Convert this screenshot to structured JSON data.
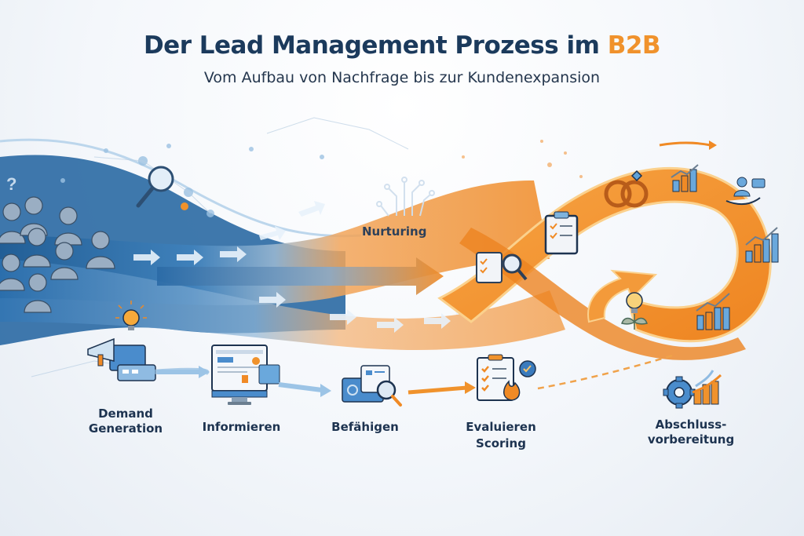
{
  "header": {
    "title_main": "Der Lead Management Prozess im ",
    "title_accent": "B2B",
    "subtitle": "Vom Aufbau von Nachfrage bis zur Kundenexpansion"
  },
  "flow": {
    "center_label": "Nurturing"
  },
  "stages": [
    {
      "label_line1": "Demand",
      "label_line2": "Generation",
      "icon": "megaphone-lightbulb-icon"
    },
    {
      "label_line1": "Informieren",
      "icon": "monitor-content-icon"
    },
    {
      "label_line1": "Befähigen",
      "icon": "document-magnifier-icon"
    },
    {
      "label_line1": "Evaluieren",
      "sub_label": "Scoring",
      "icon": "checklist-fire-icon"
    },
    {
      "label_line1": "Abschluss-",
      "label_line2": "vorbereitung",
      "icon": "gear-growth-chart-icon"
    }
  ],
  "loop_icons": [
    "document-check-magnifier-icon",
    "clipboard-checklist-icon",
    "interlocked-rings-icon",
    "growth-chart-icon",
    "hand-person-chat-icon",
    "growth-chart-icon",
    "growth-chart-icon",
    "lightbulb-plant-icon"
  ],
  "colors": {
    "title": "#1b3a5c",
    "accent_orange": "#f0922c",
    "blue_dark": "#1f5f95",
    "blue_light": "#7fb3dc",
    "orange_loop": "#f39a3a"
  }
}
